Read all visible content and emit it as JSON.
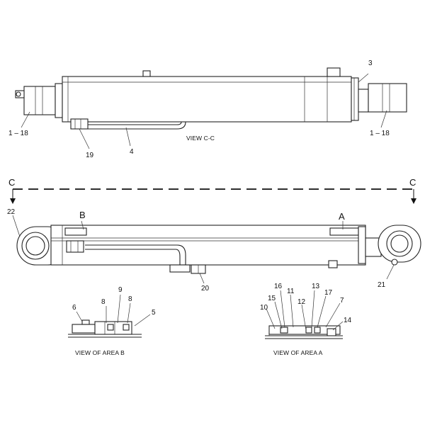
{
  "top_view": {
    "caption": "VIEW C-C",
    "callouts": {
      "left_end": "1 – 18",
      "right_end": "1 – 18",
      "top_right": "3",
      "tube": "4",
      "fitting": "19"
    }
  },
  "section_line": {
    "left": "C",
    "right": "C"
  },
  "side_view": {
    "area_b": "B",
    "area_a": "A",
    "callouts": {
      "rod_end": "22",
      "lower_fitting": "20",
      "head_end": "21"
    }
  },
  "detail_b": {
    "caption": "VIEW OF AREA B",
    "callouts": {
      "c6": "6",
      "c8a": "8",
      "c9": "9",
      "c8b": "8",
      "c5": "5"
    }
  },
  "detail_a": {
    "caption": "VIEW OF AREA A",
    "callouts": {
      "c16": "16",
      "c11": "11",
      "c15": "15",
      "c10": "10",
      "c13": "13",
      "c12": "12",
      "c17": "17",
      "c7": "7",
      "c14": "14"
    }
  }
}
